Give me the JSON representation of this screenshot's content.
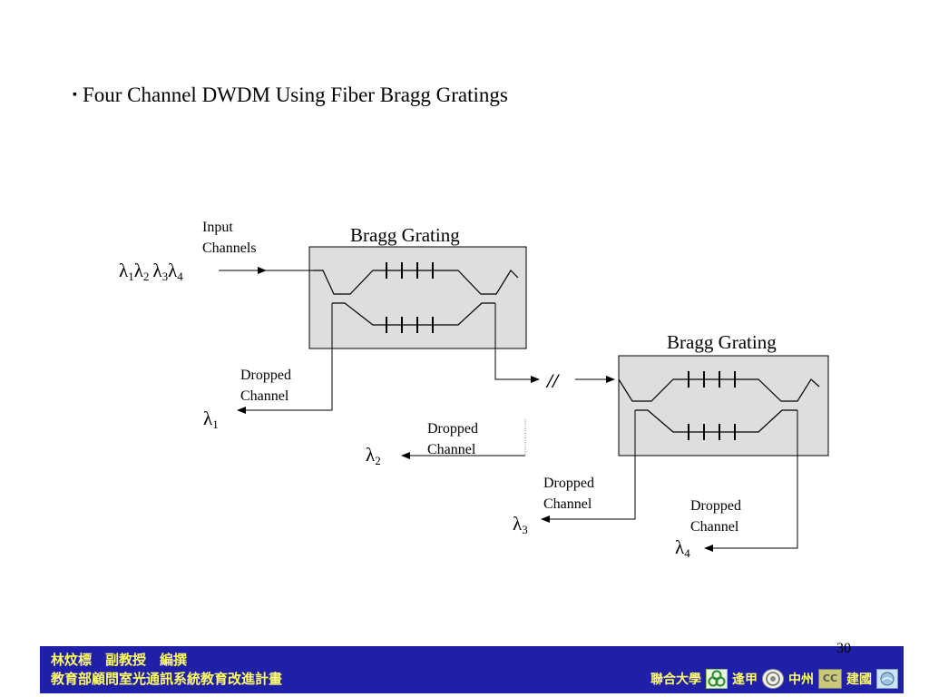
{
  "slide": {
    "bullet": "▪",
    "title": "Four Channel DWDM Using Fiber Bragg Gratings",
    "page_number": "30"
  },
  "diagram": {
    "input_label_line1": "Input",
    "input_label_line2": "Channels",
    "grating1_label": "Bragg Grating",
    "grating2_label": "Bragg Grating",
    "break_mark": "//",
    "dropped_line1": "Dropped",
    "dropped_line2": "Channel",
    "input_lambdas": [
      {
        "symbol": "λ",
        "sub": "1"
      },
      {
        "symbol": "λ",
        "sub": "2"
      },
      {
        "symbol": "λ",
        "sub": "3"
      },
      {
        "symbol": "λ",
        "sub": "4"
      }
    ],
    "outputs": [
      {
        "symbol": "λ",
        "sub": "1"
      },
      {
        "symbol": "λ",
        "sub": "2"
      },
      {
        "symbol": "λ",
        "sub": "3"
      },
      {
        "symbol": "λ",
        "sub": "4"
      }
    ]
  },
  "footer": {
    "author_line": "林炆標　副教授　編撰",
    "org_line": "教育部顧問室光通訊系統教育改進計畫",
    "partner1": "聯合大學",
    "partner2": "逢甲",
    "partner3": "中州",
    "partner4_logo": "CC",
    "partner4": "建國"
  }
}
